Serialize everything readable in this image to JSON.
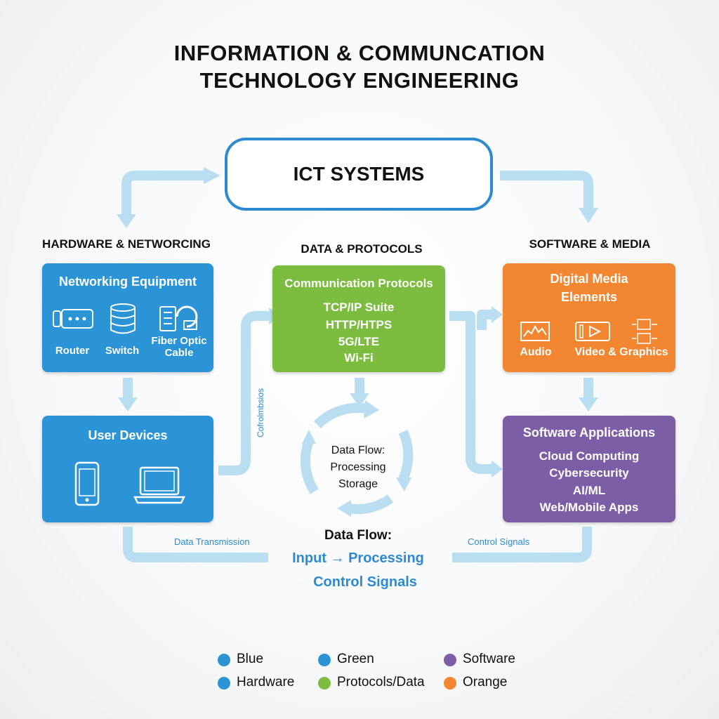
{
  "title": {
    "line1": "INFORMATION & COMMUNCATION",
    "line2": "TECHNOLOGY ENGINEERING"
  },
  "hub": {
    "label": "ICT SYSTEMS"
  },
  "sections": {
    "hardware": "HARDWARE & NETWORCING",
    "data": "DATA & PROTOCOLS",
    "software": "SOFTWARE & MEDIA"
  },
  "networking": {
    "heading": "Networking Equipment",
    "items": [
      "Router",
      "Switch",
      "Fiber Optic Cable"
    ],
    "icons": [
      "router-icon",
      "switch-icon",
      "fiber-optic-cable-icon"
    ]
  },
  "devices": {
    "heading": "User Devices",
    "icons": [
      "smartphone-icon",
      "laptop-icon"
    ]
  },
  "protocols": {
    "heading": "Communication Protocols",
    "items": [
      "TCP/IP Suite",
      "HTTP/HTPS",
      "5G/LTE",
      "Wi-Fi"
    ]
  },
  "media": {
    "heading_line1": "Digital Media",
    "heading_line2": "Elements",
    "items": [
      "Audio",
      "Video & Graphics"
    ],
    "icons": [
      "audio-icon",
      "video-icon",
      "graphics-icon"
    ]
  },
  "software": {
    "heading": "Software Applications",
    "items": [
      "Cloud Computing",
      "Cybersecurity",
      "AI/ML",
      "Web/Mobile Apps"
    ]
  },
  "cycle": {
    "line1": "Data Flow:",
    "line2": "Processing",
    "line3": "Storage"
  },
  "flow": {
    "vertical_label": "Cofrolmbsios",
    "left_label": "Data Transmission",
    "right_label": "Control Signals",
    "summary_title": "Data Flow:",
    "summary_line1": "Input → Processing",
    "summary_line2": "Control Signals"
  },
  "legend": [
    {
      "label": "Blue",
      "color": "#2b94d6"
    },
    {
      "label": "Green",
      "color": "#2b94d6"
    },
    {
      "label": "Software",
      "color": "#7c5ea6"
    },
    {
      "label": "Hardware",
      "color": "#2b94d6"
    },
    {
      "label": "Protocols/Data",
      "color": "#7cbd3f"
    },
    {
      "label": "Orange",
      "color": "#f28631"
    }
  ],
  "colors": {
    "blue": "#2b94d6",
    "green": "#7cbd3f",
    "orange": "#f28631",
    "purple": "#7c5ea6",
    "connector": "#b9def2",
    "hub_border": "#2d8ad0"
  }
}
